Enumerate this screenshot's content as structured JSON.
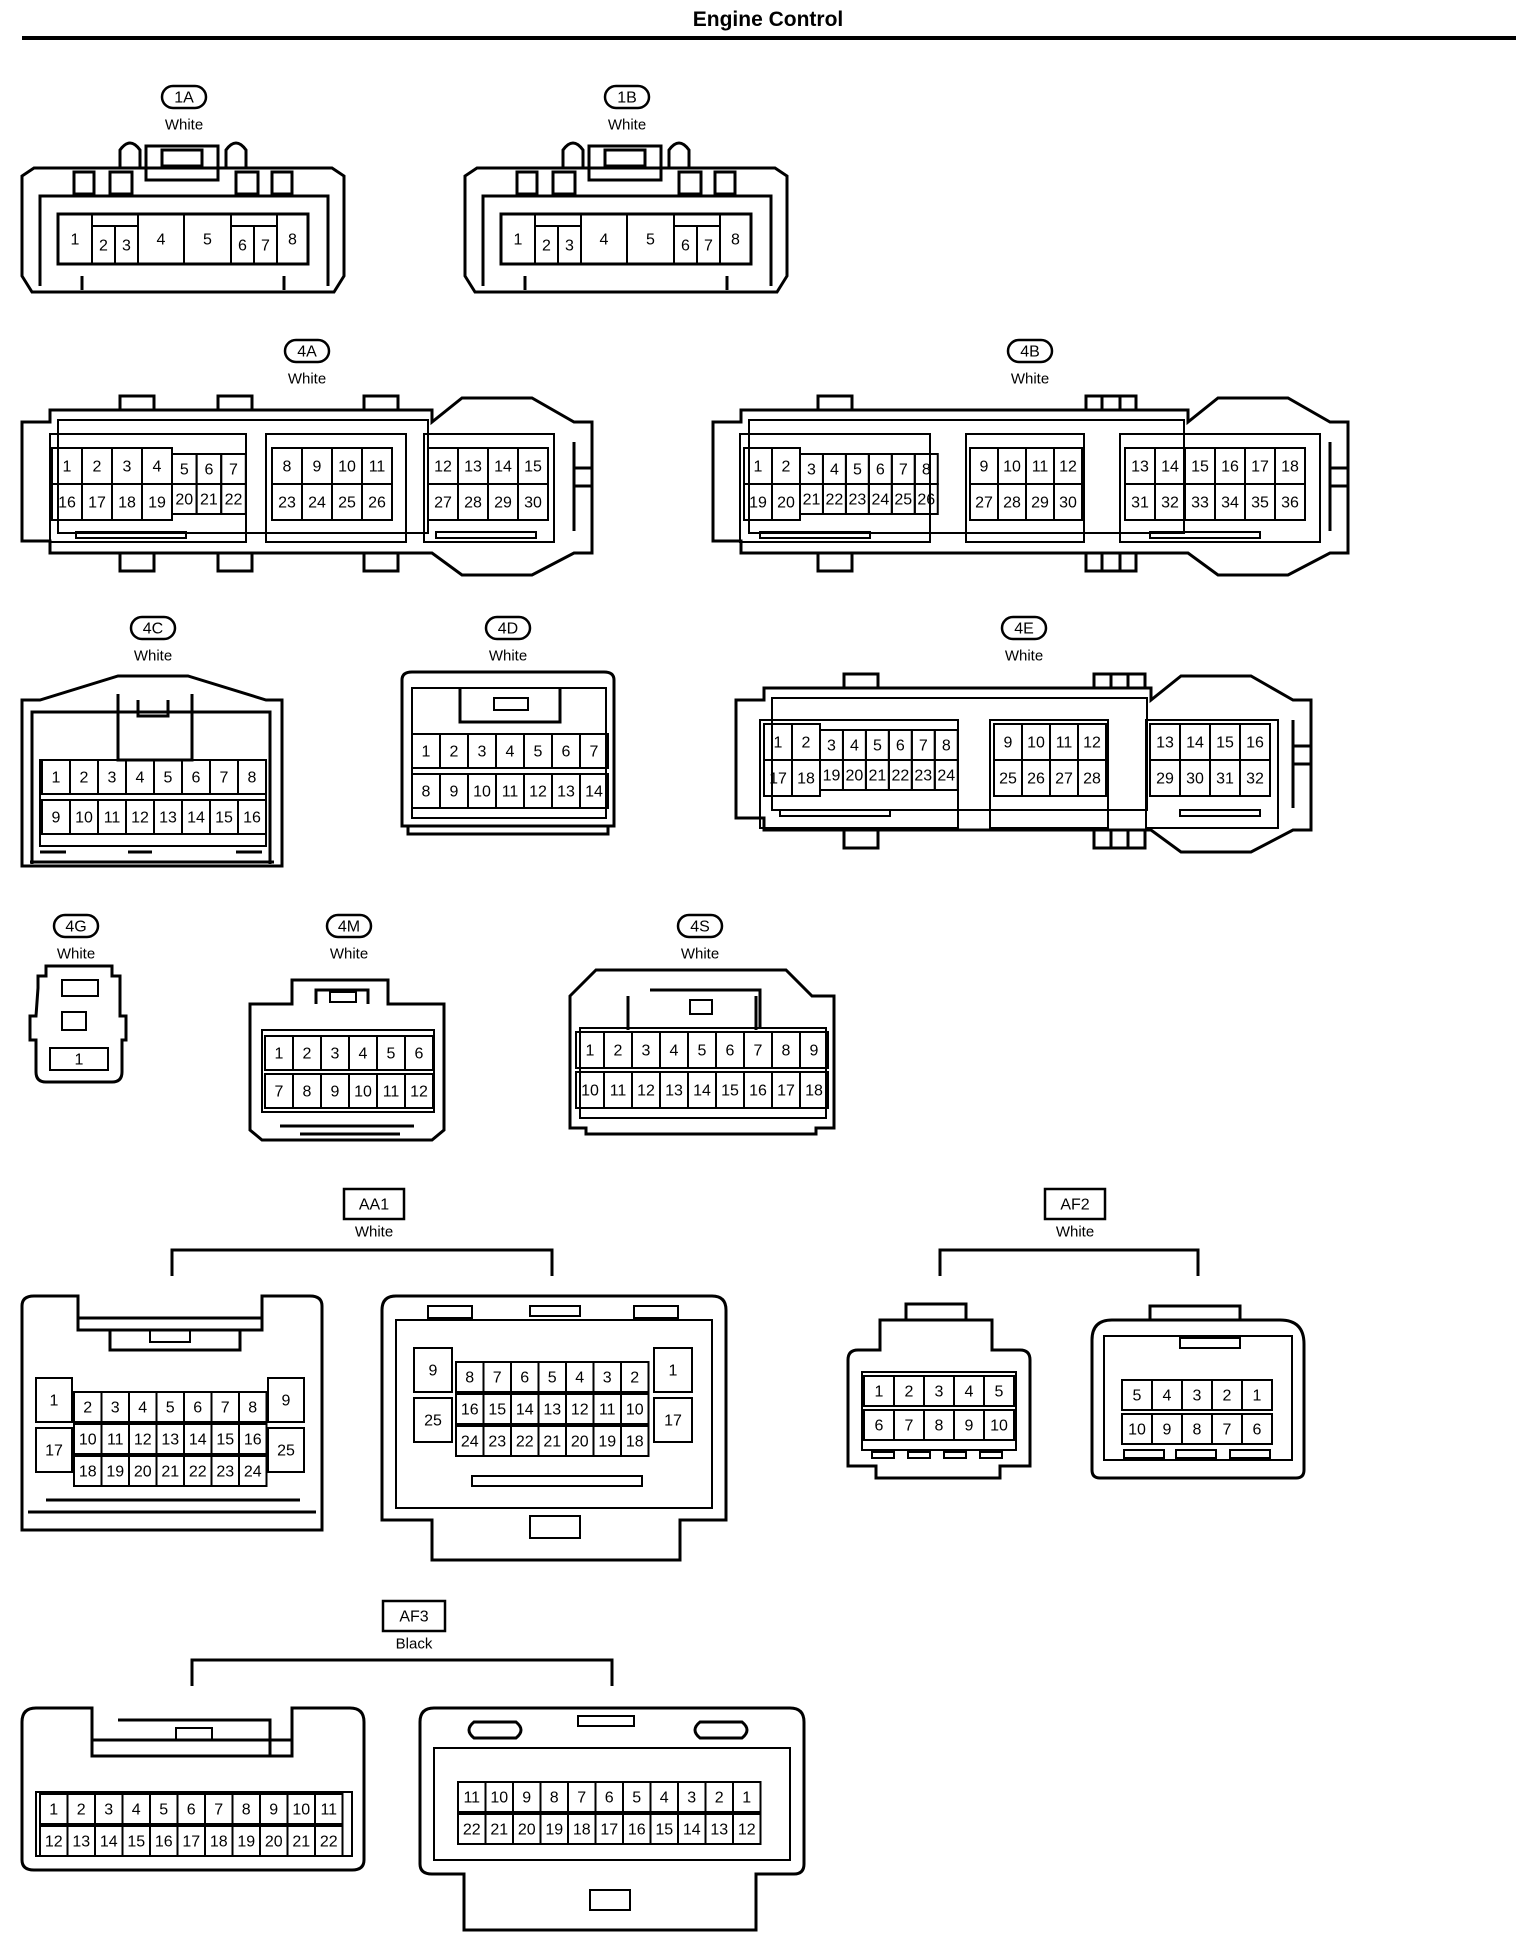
{
  "header": {
    "title": "Engine Control"
  },
  "colors": {
    "line": "#000000",
    "background": "#ffffff"
  },
  "connectors": [
    {
      "id": "1A",
      "color": "White",
      "label_style": "pill",
      "pin_rows": [
        [
          "1",
          "2",
          "3",
          "4",
          "5",
          "6",
          "7",
          "8"
        ]
      ]
    },
    {
      "id": "1B",
      "color": "White",
      "label_style": "pill",
      "pin_rows": [
        [
          "1",
          "2",
          "3",
          "4",
          "5",
          "6",
          "7",
          "8"
        ]
      ]
    },
    {
      "id": "4A",
      "color": "White",
      "label_style": "pill",
      "pin_rows": [
        [
          "1",
          "2",
          "3",
          "4",
          "5",
          "6",
          "7"
        ],
        [
          "16",
          "17",
          "18",
          "19",
          "20",
          "21",
          "22"
        ],
        [
          "8",
          "9",
          "10",
          "11"
        ],
        [
          "23",
          "24",
          "25",
          "26"
        ],
        [
          "12",
          "13",
          "14",
          "15"
        ],
        [
          "27",
          "28",
          "29",
          "30"
        ]
      ]
    },
    {
      "id": "4B",
      "color": "White",
      "label_style": "pill",
      "pin_rows": [
        [
          "1",
          "2",
          "3",
          "4",
          "5",
          "6",
          "7",
          "8"
        ],
        [
          "19",
          "20",
          "21",
          "22",
          "23",
          "24",
          "25",
          "26"
        ],
        [
          "9",
          "10",
          "11",
          "12"
        ],
        [
          "27",
          "28",
          "29",
          "30"
        ],
        [
          "13",
          "14",
          "15",
          "16",
          "17",
          "18"
        ],
        [
          "31",
          "32",
          "33",
          "34",
          "35",
          "36"
        ]
      ]
    },
    {
      "id": "4C",
      "color": "White",
      "label_style": "pill",
      "pin_rows": [
        [
          "1",
          "2",
          "3",
          "4",
          "5",
          "6",
          "7",
          "8"
        ],
        [
          "9",
          "10",
          "11",
          "12",
          "13",
          "14",
          "15",
          "16"
        ]
      ]
    },
    {
      "id": "4D",
      "color": "White",
      "label_style": "pill",
      "pin_rows": [
        [
          "1",
          "2",
          "3",
          "4",
          "5",
          "6",
          "7"
        ],
        [
          "8",
          "9",
          "10",
          "11",
          "12",
          "13",
          "14"
        ]
      ]
    },
    {
      "id": "4E",
      "color": "White",
      "label_style": "pill",
      "pin_rows": [
        [
          "1",
          "2",
          "3",
          "4",
          "5",
          "6",
          "7",
          "8"
        ],
        [
          "17",
          "18",
          "19",
          "20",
          "21",
          "22",
          "23",
          "24"
        ],
        [
          "9",
          "10",
          "11",
          "12"
        ],
        [
          "25",
          "26",
          "27",
          "28"
        ],
        [
          "13",
          "14",
          "15",
          "16"
        ],
        [
          "29",
          "30",
          "31",
          "32"
        ]
      ]
    },
    {
      "id": "4G",
      "color": "White",
      "label_style": "pill",
      "pin_rows": [
        [
          "1"
        ]
      ]
    },
    {
      "id": "4M",
      "color": "White",
      "label_style": "pill",
      "pin_rows": [
        [
          "1",
          "2",
          "3",
          "4",
          "5",
          "6"
        ],
        [
          "7",
          "8",
          "9",
          "10",
          "11",
          "12"
        ]
      ]
    },
    {
      "id": "4S",
      "color": "White",
      "label_style": "pill",
      "pin_rows": [
        [
          "1",
          "2",
          "3",
          "4",
          "5",
          "6",
          "7",
          "8",
          "9"
        ],
        [
          "10",
          "11",
          "12",
          "13",
          "14",
          "15",
          "16",
          "17",
          "18"
        ]
      ]
    },
    {
      "id": "AA1",
      "color": "White",
      "label_style": "box",
      "pin_rows": [
        [
          "1",
          "2",
          "3",
          "4",
          "5",
          "6",
          "7",
          "8",
          "9"
        ],
        [
          "17",
          "10",
          "11",
          "12",
          "13",
          "14",
          "15",
          "16",
          "25"
        ],
        [
          "18",
          "19",
          "20",
          "21",
          "22",
          "23",
          "24"
        ],
        [
          "9",
          "8",
          "7",
          "6",
          "5",
          "4",
          "3",
          "2",
          "1"
        ],
        [
          "25",
          "16",
          "15",
          "14",
          "13",
          "12",
          "11",
          "10",
          "17"
        ],
        [
          "24",
          "23",
          "22",
          "21",
          "20",
          "19",
          "18"
        ]
      ]
    },
    {
      "id": "AF2",
      "color": "White",
      "label_style": "box",
      "pin_rows": [
        [
          "1",
          "2",
          "3",
          "4",
          "5"
        ],
        [
          "6",
          "7",
          "8",
          "9",
          "10"
        ],
        [
          "5",
          "4",
          "3",
          "2",
          "1"
        ],
        [
          "10",
          "9",
          "8",
          "7",
          "6"
        ]
      ]
    },
    {
      "id": "AF3",
      "color": "Black",
      "label_style": "box",
      "pin_rows": [
        [
          "1",
          "2",
          "3",
          "4",
          "5",
          "6",
          "7",
          "8",
          "9",
          "10",
          "11"
        ],
        [
          "12",
          "13",
          "14",
          "15",
          "16",
          "17",
          "18",
          "19",
          "20",
          "21",
          "22"
        ],
        [
          "11",
          "10",
          "9",
          "8",
          "7",
          "6",
          "5",
          "4",
          "3",
          "2",
          "1"
        ],
        [
          "22",
          "21",
          "20",
          "19",
          "18",
          "17",
          "16",
          "15",
          "14",
          "13",
          "12"
        ]
      ]
    }
  ]
}
